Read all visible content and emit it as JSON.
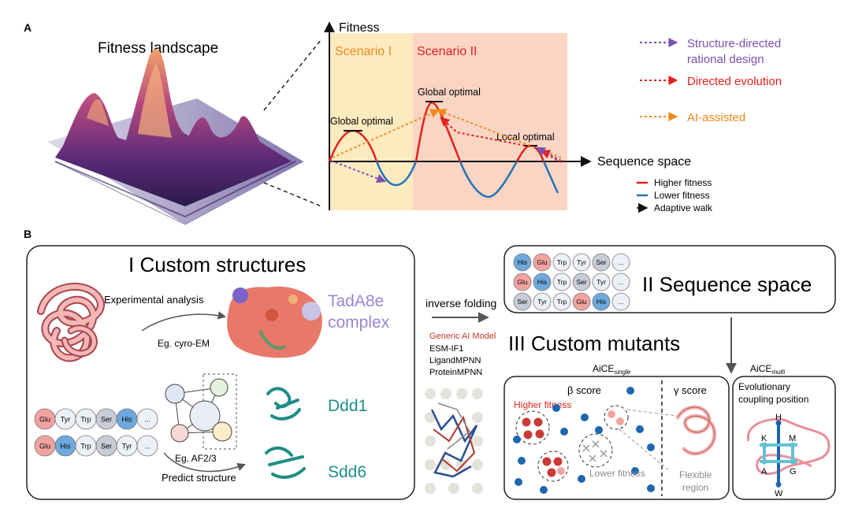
{
  "panel_a": {
    "label": "A",
    "landscape_title": "Fitness landscape",
    "y_axis_label": "Fitness",
    "x_axis_label": "Sequence space",
    "scenario_1": "Scenario I",
    "scenario_2": "Scenario II",
    "global_optimal_1": "Global optimal",
    "global_optimal_2": "Global optimal",
    "local_optimal": "Local optimal",
    "strategy_legend": [
      {
        "line1": "Structure-directed",
        "line2": "rational design",
        "color": "#7b4fb0"
      },
      {
        "line1": "Directed evolution",
        "line2": "",
        "color": "#e3201b"
      },
      {
        "line1": "AI-assisted",
        "line2": "",
        "color": "#f08a1c"
      }
    ],
    "fitness_legend": [
      {
        "label": "Higher fitness",
        "color": "#e3201b"
      },
      {
        "label": "Lower fitness",
        "color": "#2372b8"
      },
      {
        "label": "Adaptive walk",
        "color": "#222222"
      }
    ]
  },
  "panel_b": {
    "label": "B",
    "custom_structures_title": "I Custom structures",
    "experimental_analysis": "Experimental analysis",
    "cryo_em": "Eg. cyro-EM",
    "tada8e_line1": "TadA8e",
    "tada8e_line2": "complex",
    "ddd1": "Ddd1",
    "sdd6": "Sdd6",
    "af_label": "Eg. AF2/3",
    "predict_structure": "Predict structure",
    "seq_row_1": [
      "Glu",
      "Tyr",
      "Trp",
      "Ser",
      "His",
      "..."
    ],
    "seq_row_2": [
      "Glu",
      "His",
      "Trp",
      "Ser",
      "Tyr",
      "..."
    ],
    "inverse_folding": "inverse folding",
    "models_title": "Generic AI Model",
    "models": [
      "ESM-IF1",
      "LigandMPNN",
      "ProteinMPNN"
    ],
    "sequence_space_title": "II Sequence space",
    "grid_rows": [
      [
        "His",
        "Glu",
        "Trp",
        "Tyr",
        "Ser",
        "..."
      ],
      [
        "Glu",
        "His",
        "Trp",
        "Ser",
        "Tyr",
        "..."
      ],
      [
        "Ser",
        "Tyr",
        "Trp",
        "Glu",
        "His",
        "..."
      ]
    ],
    "custom_mutants_title": "III Custom mutants",
    "aice_single_main": "AiCE",
    "aice_single_sub": "single",
    "aice_multi_main": "AiCE",
    "aice_multi_sub": "multi",
    "beta_score": "β score",
    "gamma_score": "γ score",
    "higher_fitness": "Higher fitness",
    "lower_fitness": "Lower fitness",
    "flexible_line1": "Flexible",
    "flexible_line2": "region",
    "evo_line1": "Evolutionary",
    "evo_line2": "coupling position",
    "residues": [
      "H",
      "K",
      "M",
      "A",
      "G",
      "W"
    ]
  },
  "colors": {
    "red": "#e3201b",
    "blue": "#2372b8",
    "orange": "#f08a1c",
    "purple": "#7b4fb0",
    "scenario1_bg": "#fdebc0",
    "scenario2_bg": "#fbd5c4",
    "pink": "#f3b7b4",
    "teal": "#1f8d86"
  }
}
